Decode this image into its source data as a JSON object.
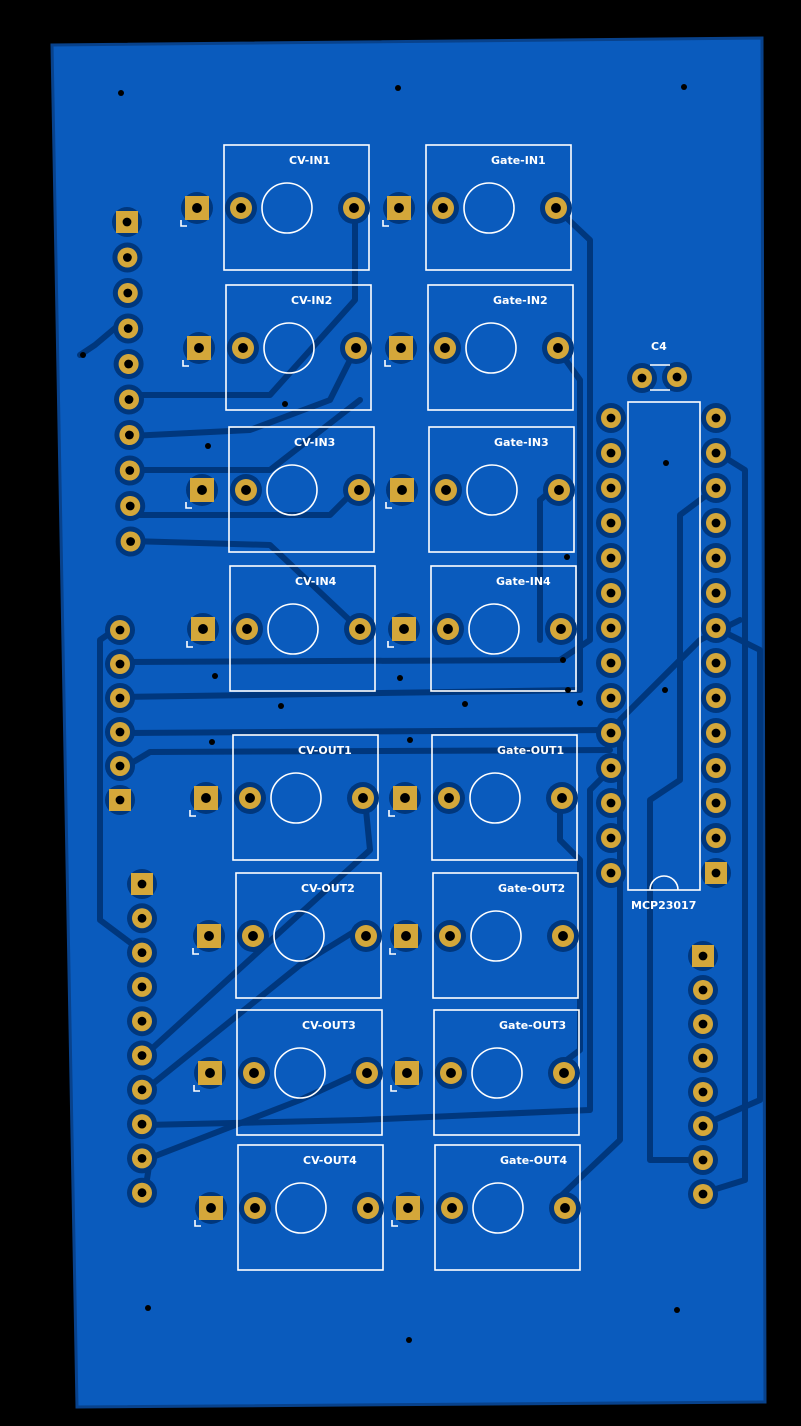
{
  "board": {
    "colors": {
      "substrate": "#0a5bbd",
      "copper_trace": "#00377d",
      "pad": "#d4a73a",
      "silkscreen": "#ffffff",
      "background": "#000000"
    }
  },
  "jacks": {
    "cv_in": [
      "CV-IN1",
      "CV-IN2",
      "CV-IN3",
      "CV-IN4"
    ],
    "gate_in": [
      "Gate-IN1",
      "Gate-IN2",
      "Gate-IN3",
      "Gate-IN4"
    ],
    "cv_out": [
      "CV-OUT1",
      "CV-OUT2",
      "CV-OUT3",
      "CV-OUT4"
    ],
    "gate_out": [
      "Gate-OUT1",
      "Gate-OUT2",
      "Gate-OUT3",
      "Gate-OUT4"
    ]
  },
  "components": {
    "capacitor": "C4",
    "ic": "MCP23017"
  }
}
